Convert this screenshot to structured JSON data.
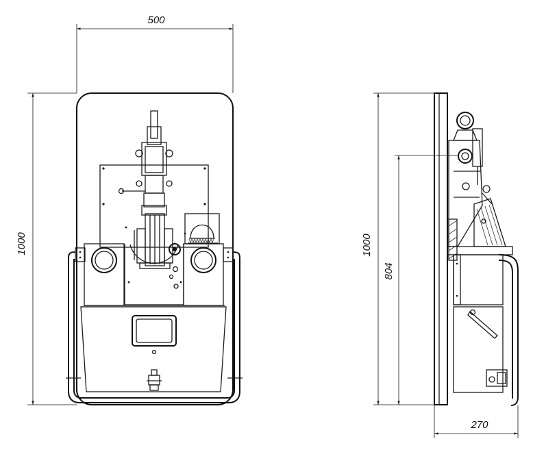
{
  "dimensions": {
    "front_width": "500",
    "front_height": "1000",
    "side_height": "1000",
    "side_inner_height": "804",
    "side_depth": "270"
  }
}
